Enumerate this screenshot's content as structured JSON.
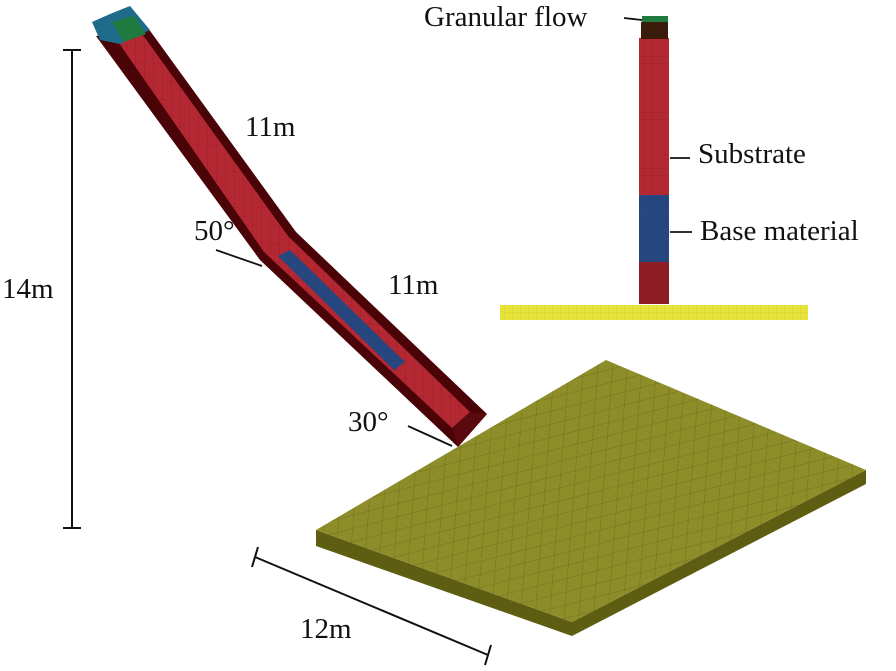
{
  "labels": {
    "granular_flow": "Granular flow",
    "substrate": "Substrate",
    "base_material": "Base material",
    "height": "14m",
    "upper_length": "11m",
    "lower_length": "11m",
    "angle_upper": "50°",
    "angle_lower": "30°",
    "plate_length": "12m"
  },
  "colors": {
    "channel_side": "#4a0306",
    "channel_top": "#b32833",
    "base_top": "#26477f",
    "base_side": "#0f1f4a",
    "granular_teal": "#1e6c8a",
    "granular_green": "#1f7a3f",
    "column_cap": "#3b1c0c",
    "plate_top": "#8d8d2a",
    "plate_side": "#5e5e12",
    "yellow_bar": "#e6e23a",
    "line": "#111111"
  }
}
